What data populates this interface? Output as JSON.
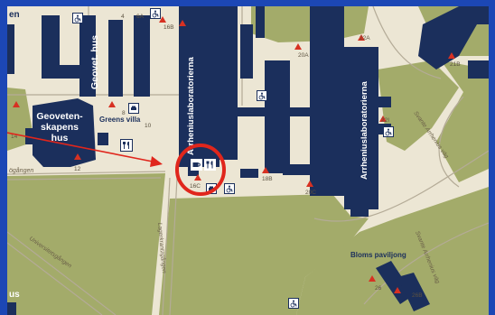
{
  "map": {
    "colors": {
      "frame": "#1c47b5",
      "ground": "#ece6d4",
      "green": "#a3ab6a",
      "building": "#1b2f5c",
      "path_line": "#b4ab97",
      "highlight": "#e0261c",
      "entrance": "#d73122"
    },
    "labels": {
      "corner_top": "en",
      "corner_bottom": "us",
      "geovet_hus": "Geovet. hus",
      "geovetenskapens_line1": "Geoveten-",
      "geovetenskapens_line2": "skapens",
      "geovetenskapens_line3": "hus",
      "greens_villa": "Greens villa",
      "arrhenius_left": "Arrheniuslaboratorierna",
      "arrhenius_right": "Arrheniuslaboratorierna",
      "sodergangen": "ögången",
      "lagerkrantzgangen": "Lagerkrantzgången",
      "universitetsgangen": "Universitetsgången",
      "svante_arrhenius_top": "Svante Arrhenius väg",
      "svante_arrhenius_bottom": "Svante Arrhenius väg",
      "bloms_paviljong": "Bloms paviljong"
    },
    "numbers": {
      "n4": "4",
      "n6a": "6A",
      "n16b": "16B",
      "n8": "8",
      "n10": "10",
      "n12": "12",
      "n14": "14",
      "n16c": "16C",
      "n18b": "18B",
      "n20a": "20A",
      "n20c": "20C",
      "n22a": "22A",
      "n22i": "22I",
      "n21b": "21B",
      "n26": "26",
      "n26b": "26B"
    },
    "icons": [
      "wheelchair-icon",
      "cafe-icon",
      "restaurant-icon",
      "parking-icon",
      "entrance-marker-icon"
    ]
  }
}
